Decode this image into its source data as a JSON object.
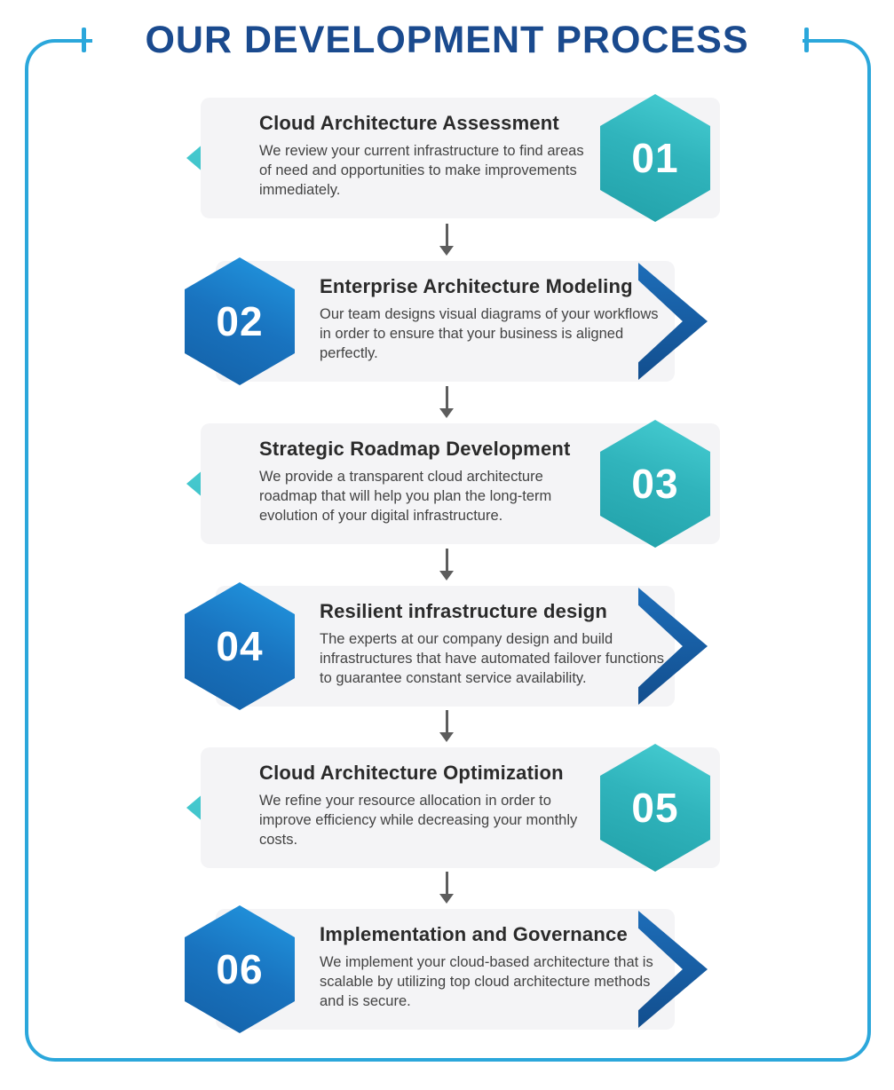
{
  "page": {
    "title": "OUR DEVELOPMENT PROCESS"
  },
  "colors": {
    "frame_blue": "#2BA7DB",
    "title_blue": "#1A4A8E",
    "teal_accent": "#30B4BC",
    "blue_accent": "#1973BF",
    "card_background": "#F4F4F6",
    "arrow_gray": "#5D5D5D"
  },
  "steps": [
    {
      "number": "01",
      "title": "Cloud Architecture Assessment",
      "description": "We review your current infrastructure to find areas of need and opportunities to make improvements immediately.",
      "theme": "teal"
    },
    {
      "number": "02",
      "title": "Enterprise Architecture Modeling",
      "description": "Our team designs visual diagrams of your workflows in order to ensure that your business is aligned perfectly.",
      "theme": "blue"
    },
    {
      "number": "03",
      "title": "Strategic Roadmap Development",
      "description": "We provide a transparent cloud architecture roadmap that will help you plan the long-term evolution of your digital infrastructure.",
      "theme": "teal"
    },
    {
      "number": "04",
      "title": "Resilient infrastructure design",
      "description": "The experts at our company design and build infrastructures that have automated failover functions to guarantee constant service availability.",
      "theme": "blue"
    },
    {
      "number": "05",
      "title": "Cloud Architecture Optimization",
      "description": "We refine your resource allocation in order to improve efficiency while decreasing your monthly costs.",
      "theme": "teal"
    },
    {
      "number": "06",
      "title": "Implementation and Governance",
      "description": "We implement your cloud-based architecture that is scalable by utilizing top cloud architecture methods and is secure.",
      "theme": "blue"
    }
  ]
}
